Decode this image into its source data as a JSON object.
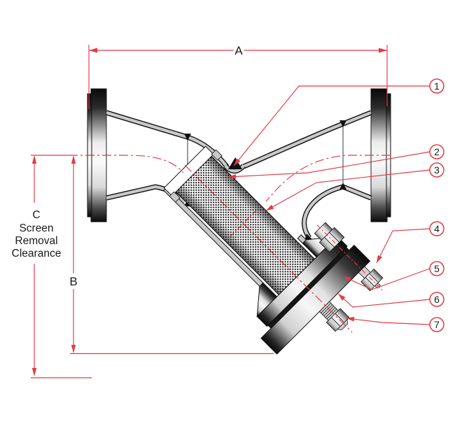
{
  "diagram": {
    "type": "y-strainer-cross-section",
    "dim_a_label": "A",
    "dim_b_label": "B",
    "dim_c_label": "C",
    "clearance_lines": [
      "Screen",
      "Removal",
      "Clearance"
    ],
    "callouts": [
      "1",
      "2",
      "3",
      "4",
      "5",
      "6",
      "7"
    ],
    "colors": {
      "dimension_red": "#e23b47",
      "outline_black": "#1a1a1a",
      "metal_gray": "#c9c9c9",
      "gasket_dark": "#161616",
      "background": "#ffffff"
    }
  }
}
